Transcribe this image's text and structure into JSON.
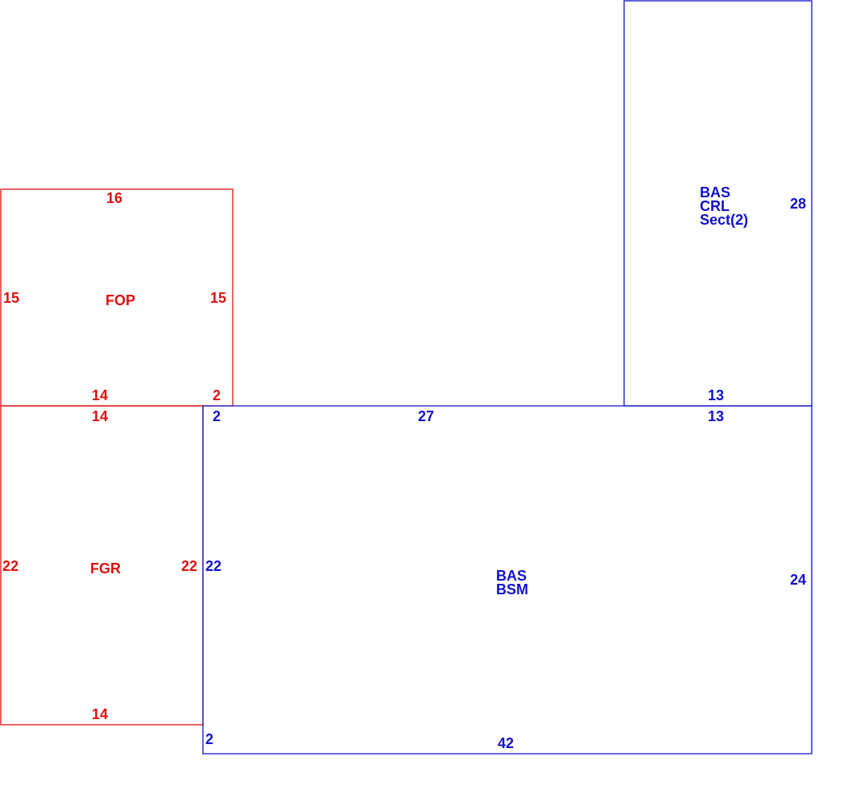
{
  "colors": {
    "garage_porch": "#e01010",
    "living_area": "#1010d0",
    "background": "#ffffff"
  },
  "areas": {
    "fop": {
      "codes": [
        "FOP"
      ],
      "dims": {
        "top": "16",
        "left": "15",
        "right": "15",
        "bottom": "14",
        "step": "2"
      }
    },
    "fgr": {
      "codes": [
        "FGR"
      ],
      "dims": {
        "top": "14",
        "left": "22",
        "right": "22",
        "bottom": "14"
      }
    },
    "crl": {
      "codes": [
        "BAS",
        "CRL",
        "Sect(2)"
      ],
      "dims": {
        "right": "28",
        "bottom": "13"
      }
    },
    "main": {
      "codes": [
        "BAS",
        "BSM"
      ],
      "dims": {
        "top_step": "2",
        "top": "27",
        "top_right": "13",
        "left": "22",
        "right": "24",
        "bottom_step": "2",
        "bottom": "42"
      }
    }
  }
}
